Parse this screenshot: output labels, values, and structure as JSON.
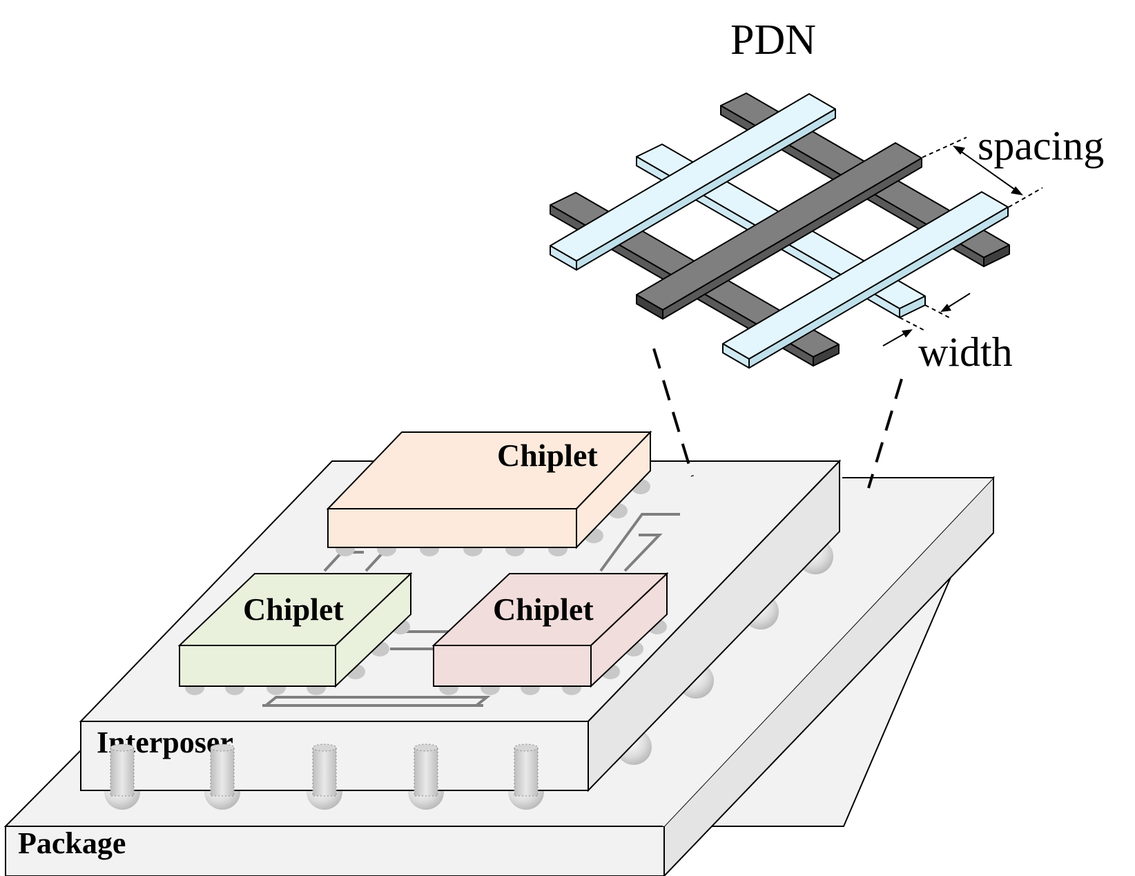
{
  "pdn_group": {
    "title": "PDN",
    "spacing_label": "spacing",
    "width_label": "width"
  },
  "stack": {
    "chiplet_top_label": "Chiplet",
    "chiplet_left_label": "Chiplet",
    "chiplet_right_label": "Chiplet",
    "interposer_label": "Interposer",
    "package_label": "Package"
  },
  "colors": {
    "outline": "#000000",
    "package_top": "#f2f2f2",
    "package_side": "#e4e4e4",
    "interposer_top": "#f2f2f2",
    "interposer_side": "#e6e6e6",
    "chiplet_top_fill": "#fdeadc",
    "chiplet_left_fill": "#e9f1dd",
    "chiplet_right_fill": "#f1dddb",
    "pdn_light_rail": "#e4f6fd",
    "pdn_dark_rail": "#7f7f7f",
    "bump": "#c8c8c8",
    "trace": "#7f7f7f"
  }
}
